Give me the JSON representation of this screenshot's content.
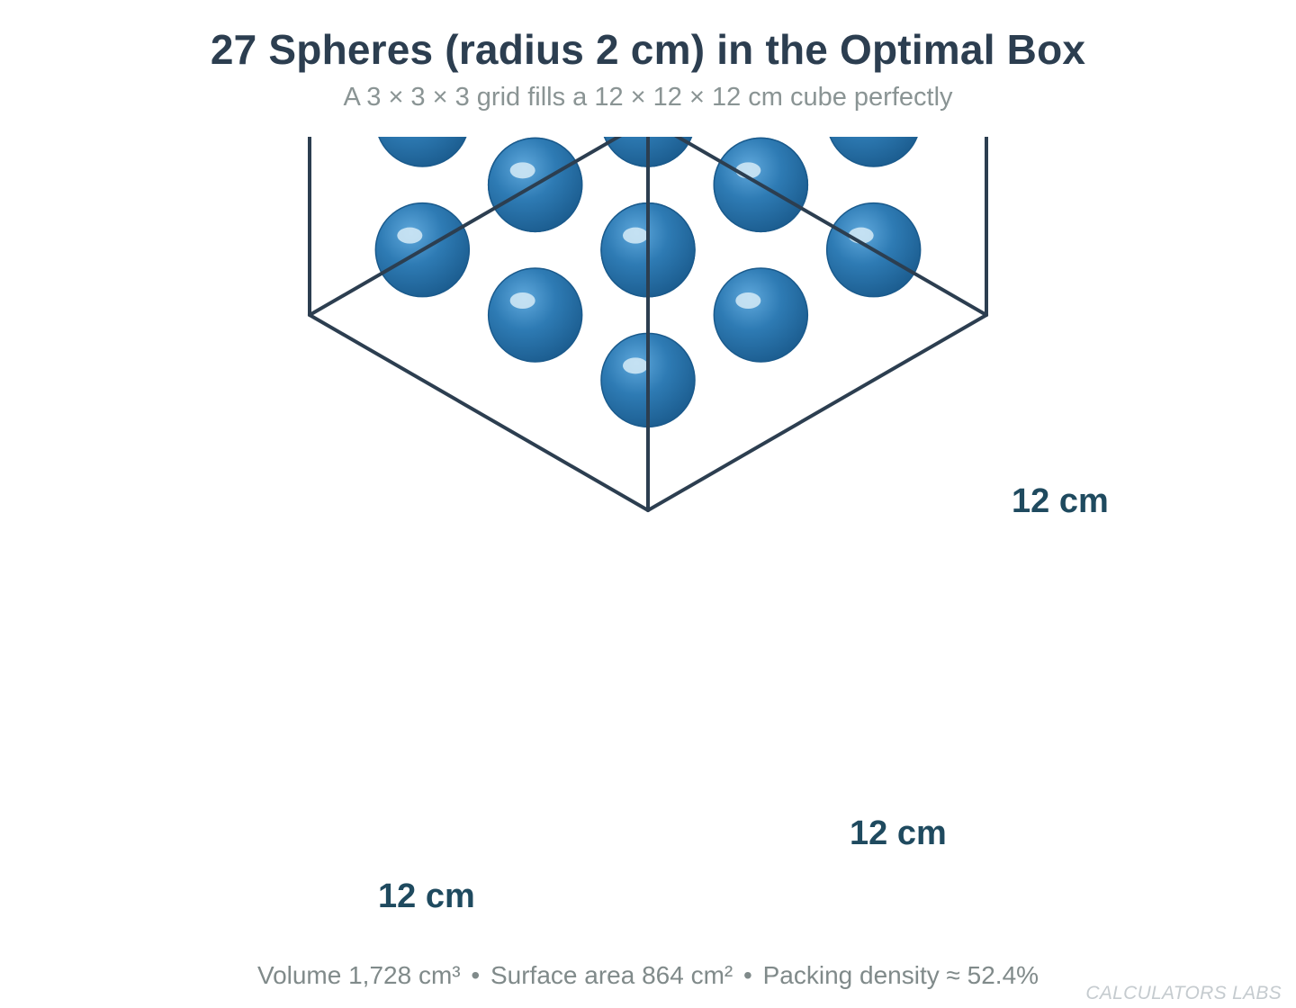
{
  "title": "27 Spheres (radius 2 cm) in the Optimal Box",
  "subtitle": "A 3 × 3 × 3 grid fills a 12 × 12 × 12 cm cube perfectly",
  "box": {
    "height_label": "12 cm",
    "depth_label": "12 cm",
    "width_label": "12 cm"
  },
  "spheres": {
    "count": 27,
    "radius_cm": 2,
    "grid": [
      3,
      3,
      3
    ],
    "color": "#2e7bb4",
    "highlight": "#d6ebf7",
    "shadow": "#1a5a8c"
  },
  "colors": {
    "edge": "#2c3e50",
    "hidden_edge": "#a3acb4"
  },
  "footer": {
    "volume": "Volume 1,728 cm³",
    "surface": "Surface area 864 cm²",
    "density": "Packing density ≈ 52.4%",
    "separator": "•"
  },
  "watermark": "CALCULATORS LABS"
}
